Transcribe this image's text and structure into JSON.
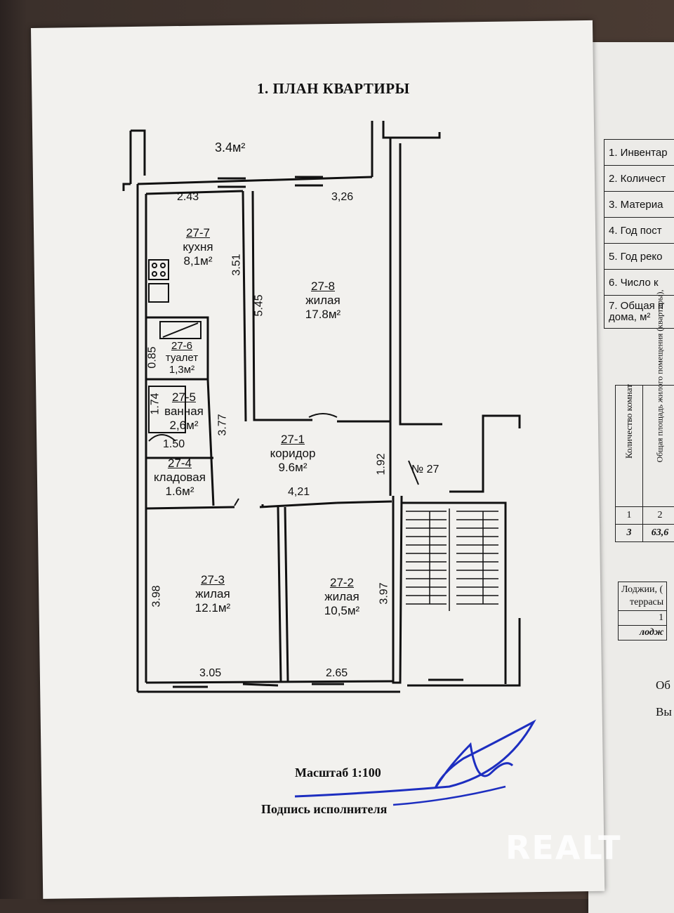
{
  "title": "1. ПЛАН КВАРТИРЫ",
  "balcony_area": "3.4м²",
  "rooms": [
    {
      "id": "27-7",
      "name": "кухня",
      "area": "8,1м²"
    },
    {
      "id": "27-8",
      "name": "жилая",
      "area": "17.8м²"
    },
    {
      "id": "27-6",
      "name": "туалет",
      "area": "1,3м²"
    },
    {
      "id": "27-5",
      "name": "ванная",
      "area": "2,6м²"
    },
    {
      "id": "27-1",
      "name": "коридор",
      "area": "9.6м²"
    },
    {
      "id": "27-4",
      "name": "кладовая",
      "area": "1.6м²"
    },
    {
      "id": "27-3",
      "name": "жилая",
      "area": "12.1м²"
    },
    {
      "id": "27-2",
      "name": "жилая",
      "area": "10,5м²"
    }
  ],
  "dimensions": {
    "d243": "2.43",
    "d326": "3,26",
    "d351": "3.51",
    "d545": "5.45",
    "d085": "0.85",
    "d174": "1.74",
    "d377": "3.77",
    "d150": "1.50",
    "d421": "4,21",
    "d192": "1.92",
    "d398": "3.98",
    "d397": "3.97",
    "d305": "3.05",
    "d265": "2.65"
  },
  "apartment_number": "№ 27",
  "scale": "Масштаб 1:100",
  "signature_label": "Подпись исполнителя",
  "watermark": "REALT",
  "right_table": [
    "1. Инвентар",
    "2. Количест",
    "3. Материа",
    "4. Год пост",
    "5. Год реко",
    "6. Число к",
    "7. Общая п"
  ],
  "right_table_last_line2": "дома, м²",
  "right_table2": {
    "h1": "Количество комнат",
    "h2": "Общая площадь жилого помещения (квартиры),",
    "r1": [
      "1",
      "2"
    ],
    "r2": [
      "3",
      "63,6"
    ]
  },
  "right_table3": {
    "h": "Лоджии, (",
    "h2": "террасы",
    "r1": "1",
    "r2": "лодж"
  },
  "right_texts": [
    "Об",
    "Вы"
  ]
}
